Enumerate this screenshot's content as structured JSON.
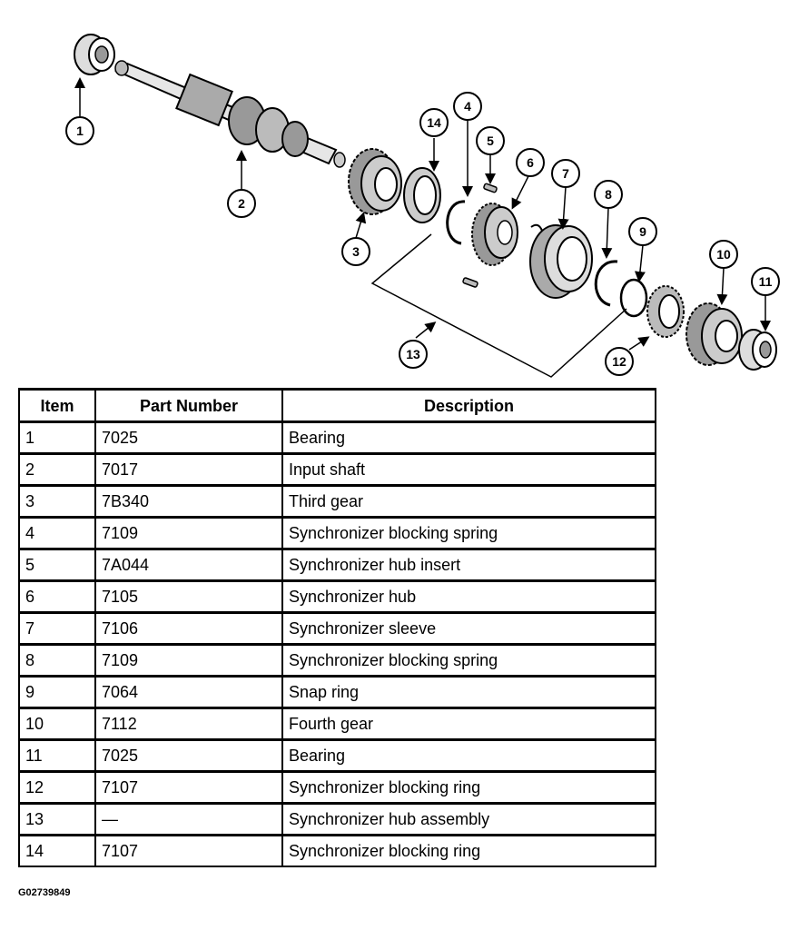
{
  "callouts": [
    "1",
    "2",
    "3",
    "4",
    "5",
    "6",
    "7",
    "8",
    "9",
    "10",
    "11",
    "12",
    "13",
    "14"
  ],
  "table": {
    "headers": [
      "Item",
      "Part Number",
      "Description"
    ],
    "rows": [
      [
        "1",
        "7025",
        "Bearing"
      ],
      [
        "2",
        "7017",
        "Input shaft"
      ],
      [
        "3",
        "7B340",
        "Third gear"
      ],
      [
        "4",
        "7109",
        "Synchronizer blocking spring"
      ],
      [
        "5",
        "7A044",
        "Synchronizer hub insert"
      ],
      [
        "6",
        "7105",
        "Synchronizer hub"
      ],
      [
        "7",
        "7106",
        "Synchronizer sleeve"
      ],
      [
        "8",
        "7109",
        "Synchronizer blocking spring"
      ],
      [
        "9",
        "7064",
        "Snap ring"
      ],
      [
        "10",
        "7112",
        "Fourth gear"
      ],
      [
        "11",
        "7025",
        "Bearing"
      ],
      [
        "12",
        "7107",
        "Synchronizer blocking ring"
      ],
      [
        "13",
        "—",
        "Synchronizer hub assembly"
      ],
      [
        "14",
        "7107",
        "Synchronizer blocking ring"
      ]
    ]
  },
  "figure_code": "G02739849"
}
